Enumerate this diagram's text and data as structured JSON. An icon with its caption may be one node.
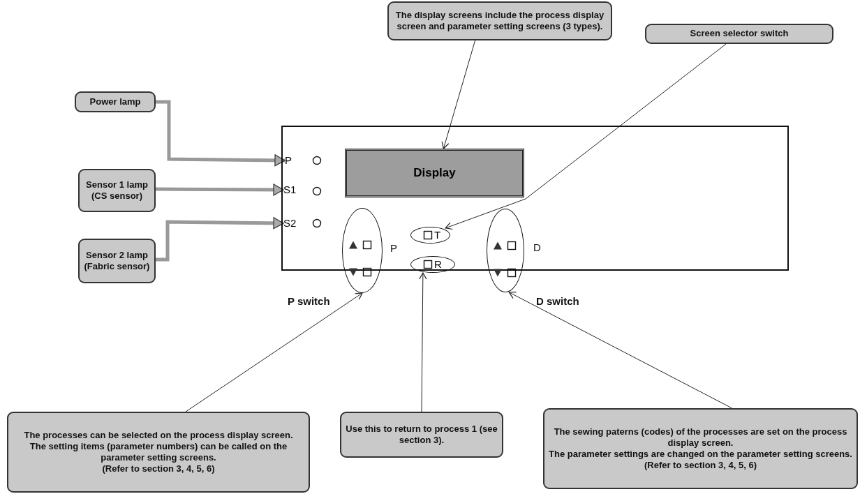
{
  "diagram": {
    "nodes": [
      {
        "text": [
          "The display screens include the process display screen and parameter setting screens (3 types)."
        ]
      },
      {
        "text": [
          "Screen selector switch"
        ]
      },
      {
        "text": [
          "Power lamp"
        ]
      },
      {
        "text": [],
        "shape": "box"
      },
      {
        "text": [
          "P"
        ],
        "in": 3
      },
      {
        "text": [
          "Display"
        ],
        "in": 3
      },
      {
        "text": [
          "S1"
        ],
        "in": 3
      },
      {
        "text": [
          "S2"
        ],
        "in": 3
      },
      {
        "text": [],
        "shape": "ellipse",
        "beside": [
          "P switch"
        ]
      },
      {
        "text": [
          "T"
        ],
        "in": 3
      },
      {
        "text": [
          "R"
        ],
        "in": 3
      },
      {
        "text": [],
        "shape": "ellipse",
        "beside": [
          "D switch"
        ]
      },
      {
        "text": [
          "Sensor 1 lamp (CS sensor)"
        ]
      },
      {
        "text": [
          "Sensor 2 lamp (Fabric sensor)"
        ]
      },
      {
        "text": [
          "The processes can be selected on the process display screen.",
          "The setting items (parameter numbers) can be called on the parameter setting screens.",
          "(Refer to section 3, 4, 5, 6)"
        ]
      },
      {
        "text": [
          "Use this to return to process 1 (see section 3)."
        ]
      },
      {
        "text": [
          "The sewing paterns (codes) of the processes are set on the process display screen.",
          "The parameter settings are changed on the parameter setting screens.",
          "(Refer to section 3, 4, 5, 6)"
        ]
      }
    ],
    "edges": [
      {
        "from": 0,
        "to": 5,
        "arrow": "to"
      },
      {
        "from": 1,
        "to": 9,
        "arrow": "to"
      },
      {
        "from": 2,
        "to": 4,
        "arrow": "to",
        "style": "thick",
        "color": "#999999"
      },
      {
        "from": 12,
        "to": 6,
        "arrow": "to",
        "style": "thick",
        "color": "#999999"
      },
      {
        "from": 13,
        "to": 7,
        "arrow": "to",
        "style": "thick",
        "color": "#999999"
      },
      {
        "from": 14,
        "to": 8,
        "arrow": "to"
      },
      {
        "from": 15,
        "to": 10,
        "arrow": "to"
      },
      {
        "from": 16,
        "to": 11,
        "arrow": "to"
      }
    ],
    "labels": [
      "P",
      "D"
    ]
  }
}
